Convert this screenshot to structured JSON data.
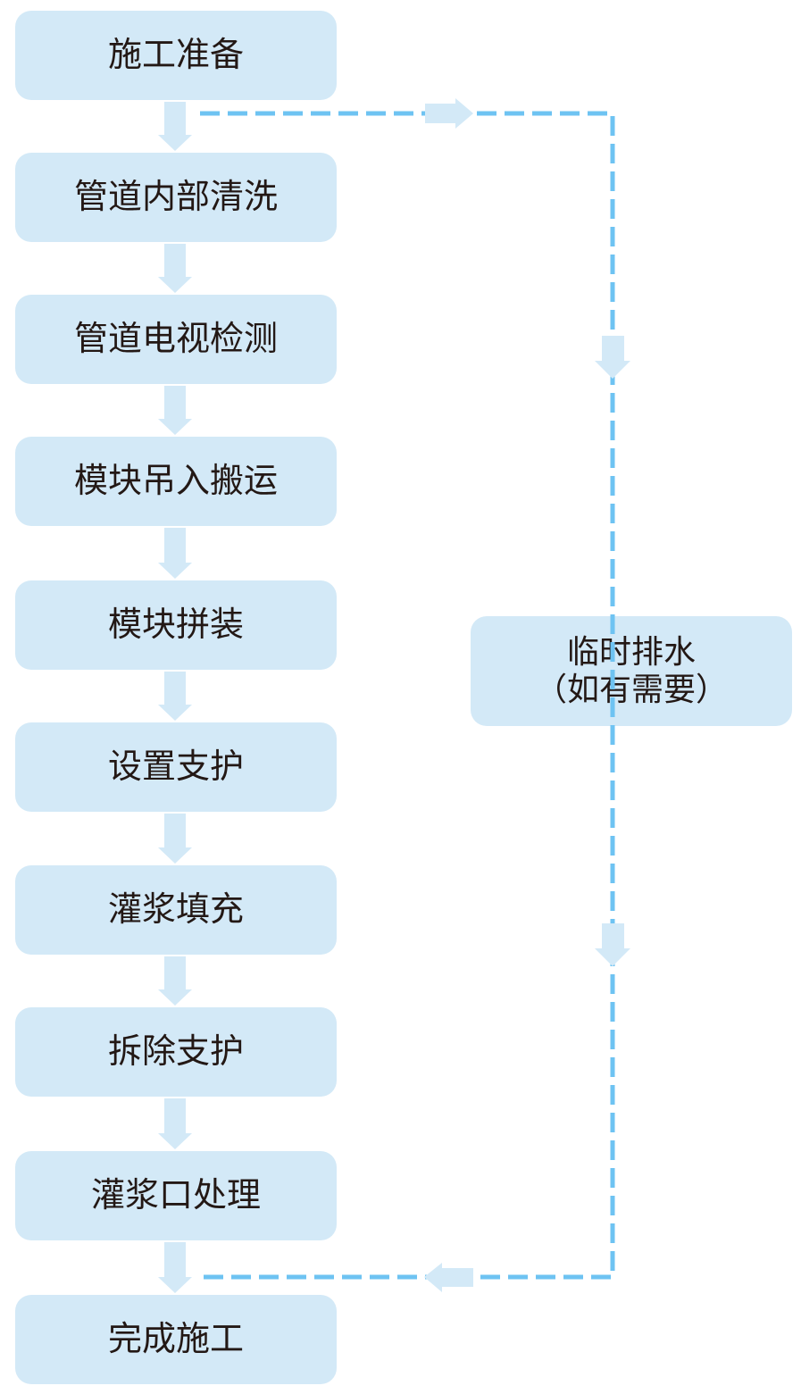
{
  "diagram": {
    "steps": [
      {
        "label": "施工准备"
      },
      {
        "label": "管道内部清洗"
      },
      {
        "label": "管道电视检测"
      },
      {
        "label": "模块吊入搬运"
      },
      {
        "label": "模块拼装"
      },
      {
        "label": "设置支护"
      },
      {
        "label": "灌浆填充"
      },
      {
        "label": "拆除支护"
      },
      {
        "label": "灌浆口处理"
      },
      {
        "label": "完成施工"
      }
    ],
    "side_step": {
      "line1": "临时排水",
      "line2": "（如有需要）"
    },
    "colors": {
      "box_fill": "#d3e9f7",
      "dashed_line": "#6ec3f2",
      "text": "#231815"
    }
  }
}
